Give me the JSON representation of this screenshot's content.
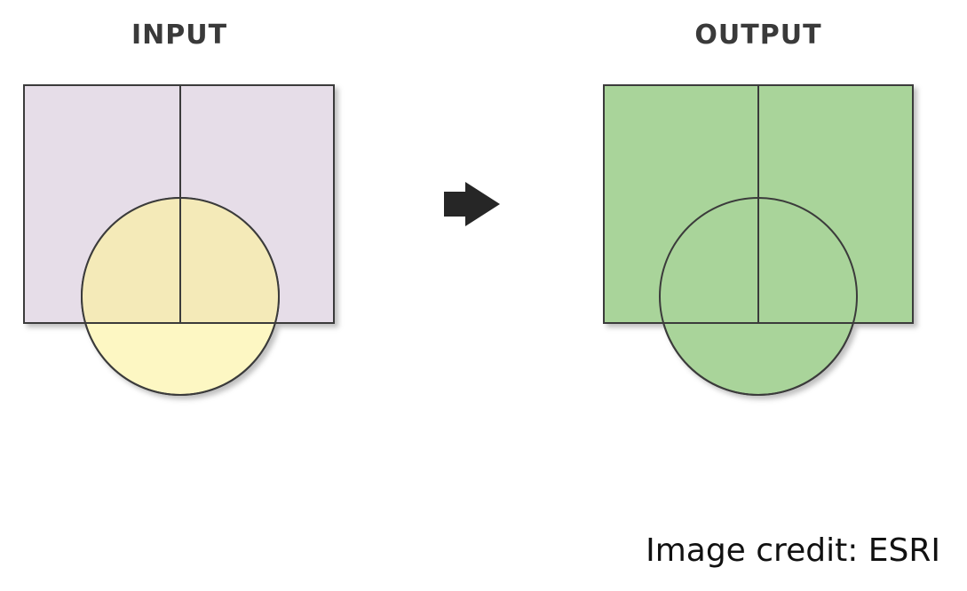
{
  "labels": {
    "input": "INPUT",
    "output": "OUTPUT"
  },
  "credit": "Image credit: ESRI",
  "colors": {
    "input_polygon_fill": "#e6dde8",
    "input_circle_fill": "#fdf7c3",
    "input_overlap_fill": "#f4eab8",
    "output_fill": "#a9d49a",
    "stroke": "#3b3b3b",
    "arrow": "#262626"
  },
  "icons": {
    "arrow": "right-arrow-icon"
  }
}
